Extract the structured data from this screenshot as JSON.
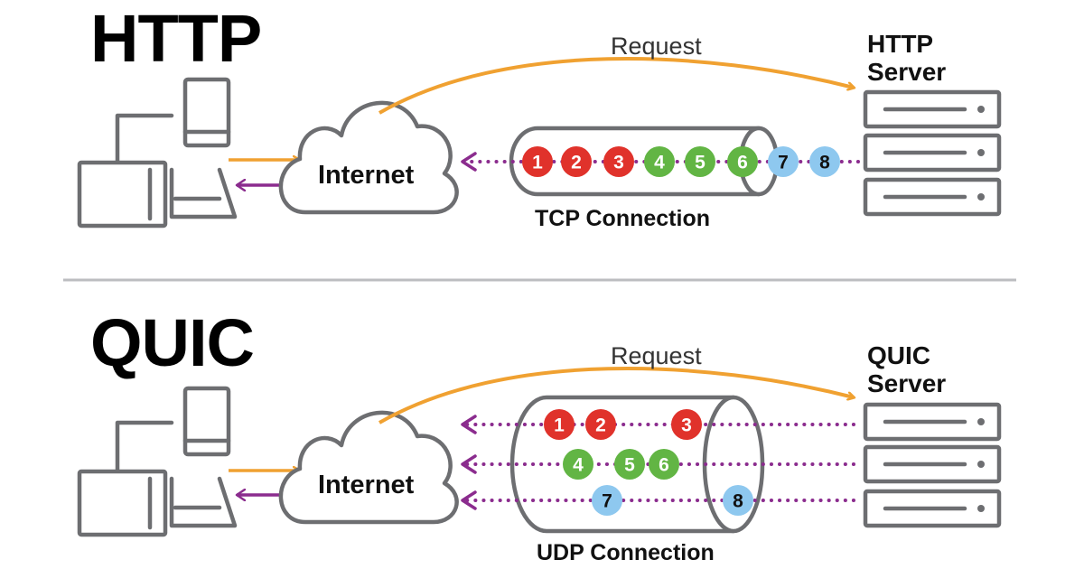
{
  "http": {
    "title": "HTTP",
    "request_label": "Request",
    "internet_label": "Internet",
    "server_label_line1": "HTTP",
    "server_label_line2": "Server",
    "connection_label": "TCP Connection",
    "packets": [
      {
        "num": "1",
        "color": "#e0322b",
        "text": "#ffffff"
      },
      {
        "num": "2",
        "color": "#e0322b",
        "text": "#ffffff"
      },
      {
        "num": "3",
        "color": "#e0322b",
        "text": "#ffffff"
      },
      {
        "num": "4",
        "color": "#62b544",
        "text": "#ffffff"
      },
      {
        "num": "5",
        "color": "#62b544",
        "text": "#ffffff"
      },
      {
        "num": "6",
        "color": "#62b544",
        "text": "#ffffff"
      },
      {
        "num": "7",
        "color": "#8ec8ef",
        "text": "#111111"
      },
      {
        "num": "8",
        "color": "#8ec8ef",
        "text": "#111111"
      }
    ]
  },
  "quic": {
    "title": "QUIC",
    "request_label": "Request",
    "internet_label": "Internet",
    "server_label_line1": "QUIC",
    "server_label_line2": "Server",
    "connection_label": "UDP Connection",
    "streams": [
      {
        "packets": [
          {
            "num": "1",
            "color": "#e0322b",
            "text": "#ffffff"
          },
          {
            "num": "2",
            "color": "#e0322b",
            "text": "#ffffff"
          },
          {
            "num": "3",
            "color": "#e0322b",
            "text": "#ffffff"
          }
        ]
      },
      {
        "packets": [
          {
            "num": "4",
            "color": "#62b544",
            "text": "#ffffff"
          },
          {
            "num": "5",
            "color": "#62b544",
            "text": "#ffffff"
          },
          {
            "num": "6",
            "color": "#62b544",
            "text": "#ffffff"
          }
        ]
      },
      {
        "packets": [
          {
            "num": "7",
            "color": "#8ec8ef",
            "text": "#111111"
          },
          {
            "num": "8",
            "color": "#8ec8ef",
            "text": "#111111"
          }
        ]
      }
    ]
  },
  "colors": {
    "request_arrow": "#f0a131",
    "response_arrow": "#8b2c8e",
    "outline": "#6d6e71",
    "divider": "#bcbdc0"
  },
  "icons": [
    "desktop-computer-icon",
    "smartphone-icon",
    "laptop-icon",
    "cloud-icon",
    "server-rack-icon",
    "pipe-cylinder-icon"
  ]
}
